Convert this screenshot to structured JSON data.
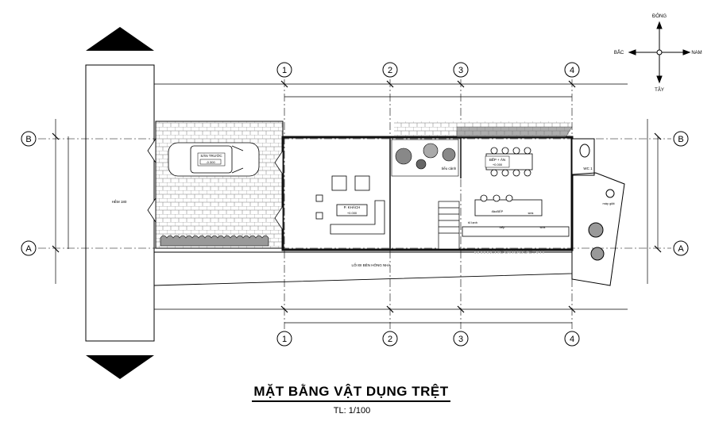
{
  "drawing": {
    "title": "MẶT BẰNG VẬT DỤNG TRỆT",
    "scale": "TL: 1/100",
    "watermark": "www.neohouse.vn"
  },
  "compass": {
    "north_label": "ĐÔNG",
    "south_label": "TÂY",
    "west_label": "BẮC",
    "east_label": "NAM"
  },
  "grid": {
    "columns": [
      "1",
      "2",
      "3",
      "4"
    ],
    "rows": [
      "B",
      "A"
    ]
  },
  "rooms": {
    "front_yard": "SÂN TRƯỚC",
    "front_yard_level": "-0.300",
    "living": "P. KHÁCH",
    "living_level": "+0.000",
    "kitchen_dining": "BẾP + ĂN",
    "kitchen_level": "+0.000",
    "wc": "WC 1",
    "alley": "HẺM 180",
    "side_path": "LỐI ĐI BÊN HÔNG NHÀ",
    "garden": "tiểu cảnh",
    "island": "đảoBẾP",
    "sink": "sink",
    "fridge": "tủ lạnh",
    "stove": "bếp",
    "washer": "máy giặt"
  },
  "colors": {
    "line": "#000000",
    "wall": "#111111",
    "hatch": "#555555",
    "grid_line": "#000000"
  }
}
